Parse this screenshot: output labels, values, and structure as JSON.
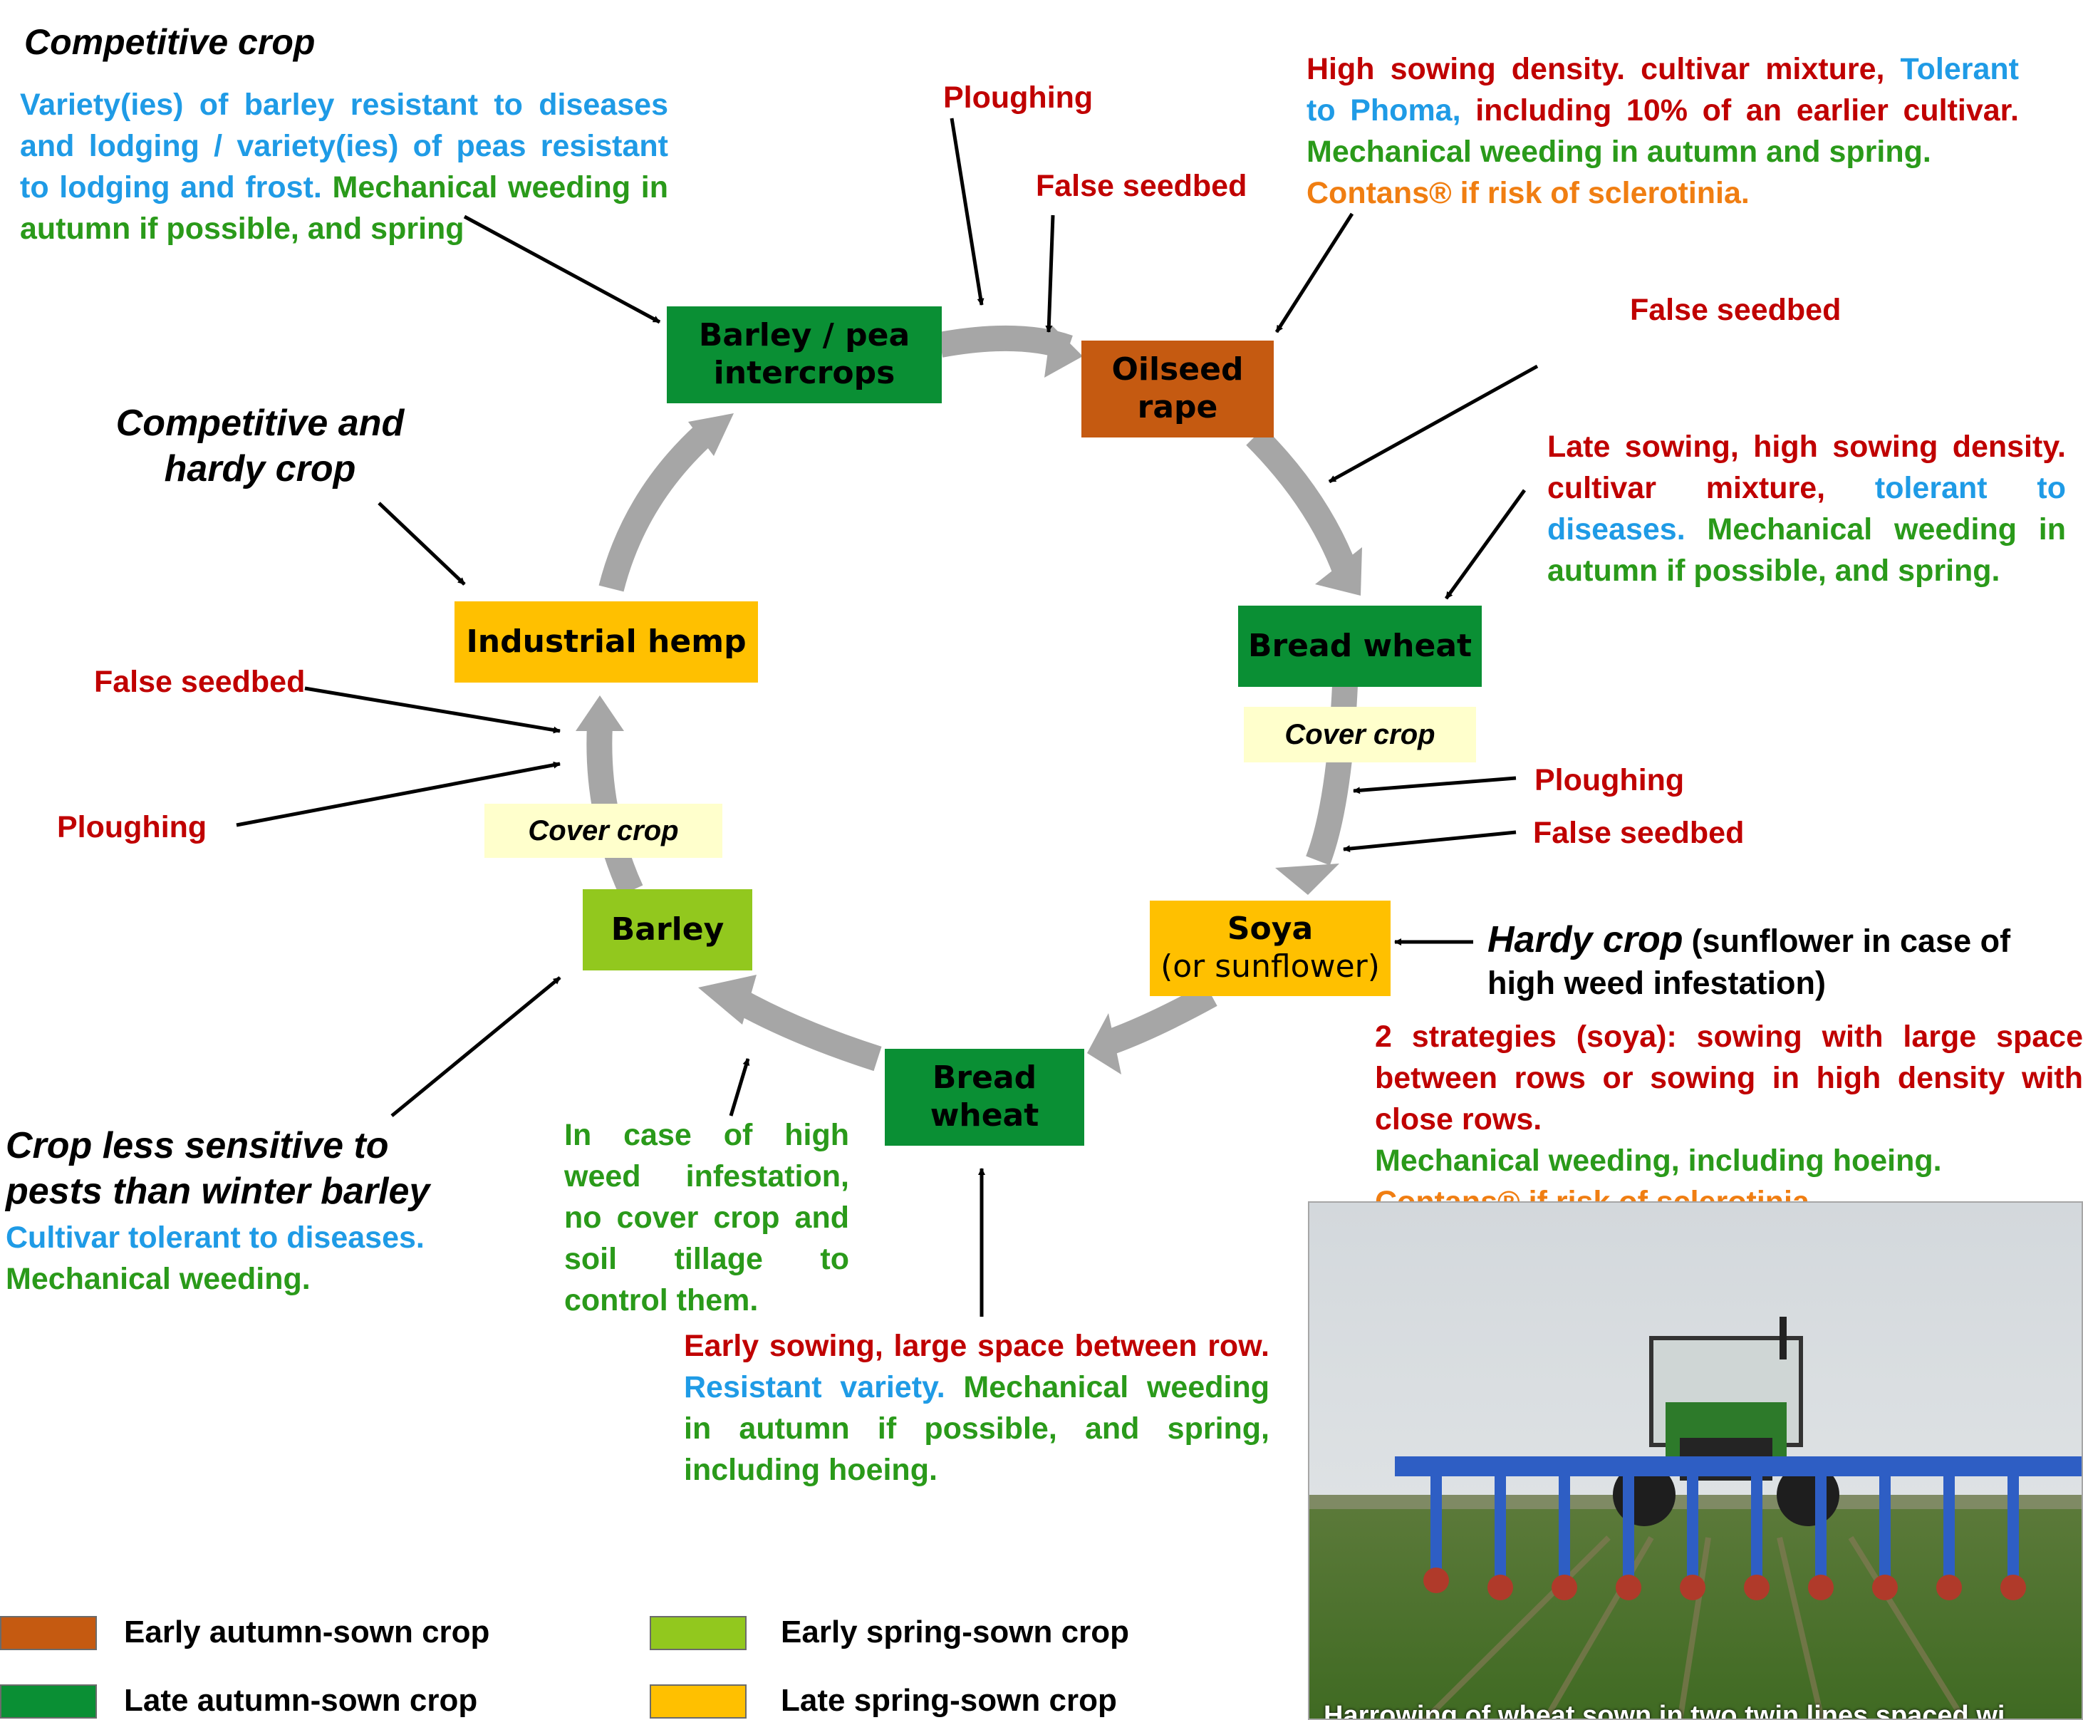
{
  "colors": {
    "early_autumn": "#c55a11",
    "late_autumn": "#0a8f34",
    "early_spring": "#92c81e",
    "late_spring": "#ffc000",
    "cover_crop_bg": "#ffffcc",
    "cycle_arrow": "#a6a6a6",
    "technique_red": "#c00000",
    "variety_blue": "#1f9be6",
    "weeding_green": "#2a9a1a",
    "biocontrol_orange": "#f07e12"
  },
  "crops": {
    "barley_pea": "Barley / pea intercrops",
    "oilseed_rape": "Oilseed rape",
    "bread_wheat_1": "Bread wheat",
    "soya": "Soya",
    "soya_sub": "(or sunflower)",
    "bread_wheat_2": "Bread wheat",
    "barley": "Barley",
    "hemp": "Industrial hemp"
  },
  "cover_crops": {
    "after_wheat": "Cover crop",
    "after_barley": "Cover crop"
  },
  "notes": {
    "top_left_title": "Competitive crop",
    "top_left_blue": "Variety(ies) of barley resistant to diseases and lodging / variety(ies) of peas resistant to lodging and frost.",
    "top_left_green": "Mechanical weeding in autumn  if possible, and spring",
    "ploughing_top": "Ploughing",
    "false_seedbed_top": "False seedbed",
    "rape_red_1": "High sowing density. cultivar mixture,",
    "rape_blue": "Tolerant to  Phoma,",
    "rape_red_2": "including 10% of an earlier cultivar.",
    "rape_green": "Mechanical weeding in autumn and spring.",
    "rape_orange": "Contans® if risk of sclerotinia.",
    "false_seedbed_right": "False seedbed",
    "wheat_red": "Late sowing, high sowing  density. cultivar mixture,",
    "wheat_blue": "tolerant to diseases.",
    "wheat_green": "Mechanical weeding in autumn if possible, and spring.",
    "ploughing_right": "Ploughing",
    "false_seedbed_right2": "False seedbed",
    "soya_title": "Hardy crop",
    "soya_title_rest": "(sunflower in case of high weed infestation)",
    "soya_red": "2 strategies (soya): sowing with large space between rows or sowing in high density with close rows.",
    "soya_green": "Mechanical weeding, including hoeing.",
    "soya_orange": "Contans® if risk of sclerotinia.",
    "wheat2_red": "Early sowing, large space between row.",
    "wheat2_blue": "Resistant variety.",
    "wheat2_green": "Mechanical weeding in autumn if possible, and spring, including hoeing.",
    "cover_note_green": "In case of high weed infestation, no cover crop and soil tillage to control them.",
    "barley_title": "Crop less sensitive to pests than winter barley",
    "barley_blue": "Cultivar tolerant to diseases.",
    "barley_green": "Mechanical weeding.",
    "ploughing_left": "Ploughing",
    "false_seedbed_left": "False seedbed",
    "hemp_title": "Competitive  and hardy crop"
  },
  "legend": [
    {
      "label": "Early autumn-sown crop",
      "color": "#c55a11"
    },
    {
      "label": "Late autumn-sown crop",
      "color": "#0a8f34"
    },
    {
      "label": "Early spring-sown crop",
      "color": "#92c81e"
    },
    {
      "label": "Late spring-sown crop",
      "color": "#ffc000"
    }
  ],
  "photo": {
    "caption": "Harrowing of wheat sown in two twin lines spaced wi"
  }
}
